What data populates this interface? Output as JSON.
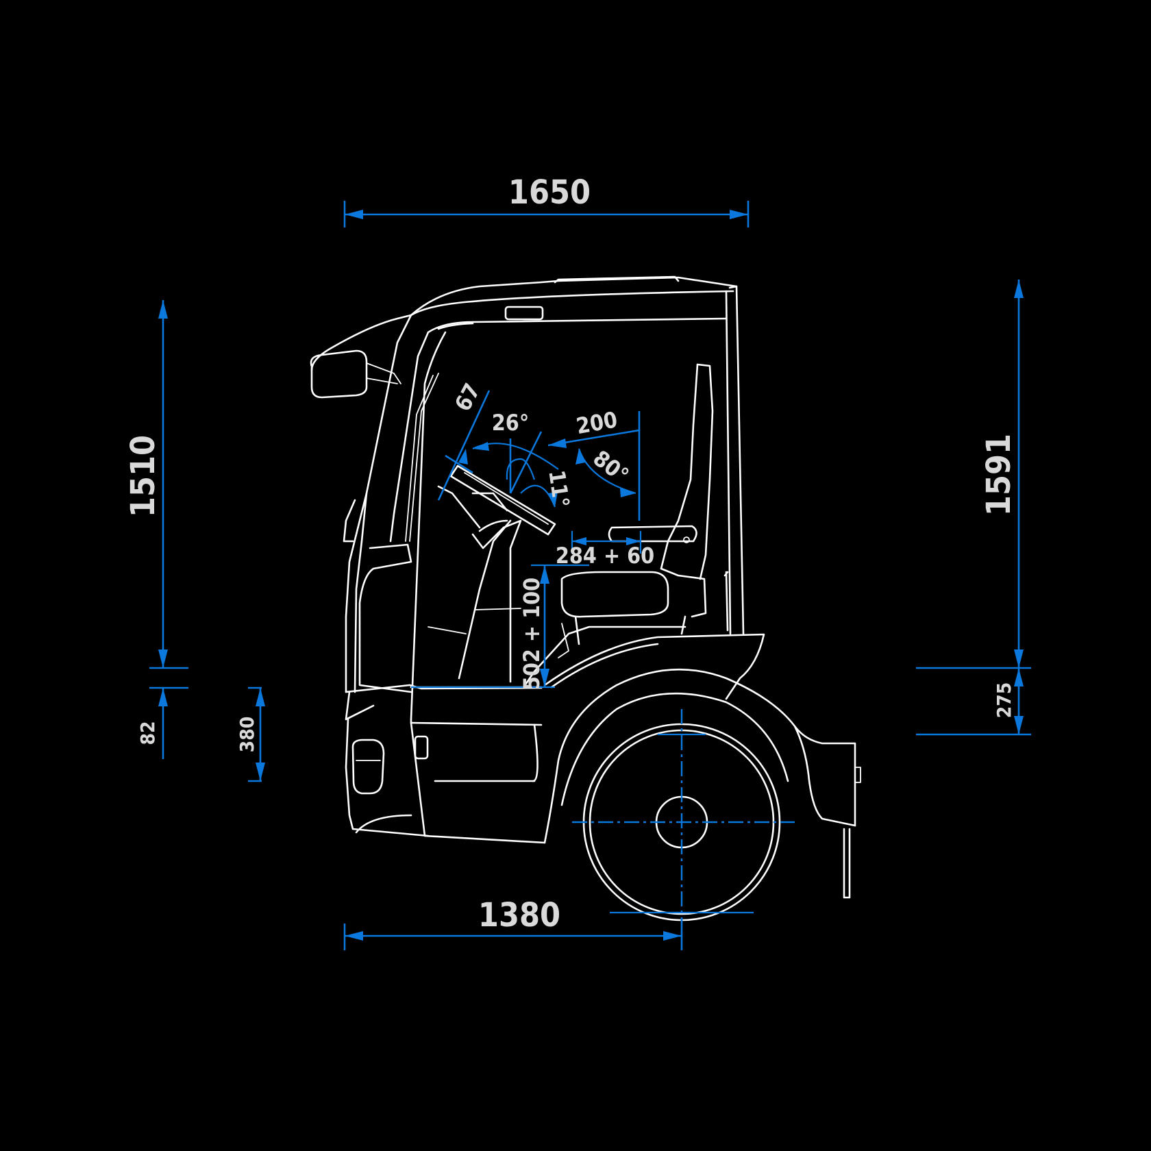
{
  "colors": {
    "background": "#000000",
    "line_art": "#ffffff",
    "dimension": "#0a78dc",
    "label": "#d9d9d9"
  },
  "dimensions": {
    "overall_width": "1650",
    "wheelbase_to_axle": "1380",
    "left_height": "1510",
    "left_step": "82",
    "left_floor": "380",
    "right_height": "1591",
    "right_step": "275",
    "wheel_tilt": "67",
    "wheel_angle": "26°",
    "wheel_adjust_angle": "11°",
    "seat_back_offset": "200",
    "seat_back_angle": "80°",
    "seat_horizontal": "284 + 60",
    "seat_vertical": "502 + 100"
  }
}
